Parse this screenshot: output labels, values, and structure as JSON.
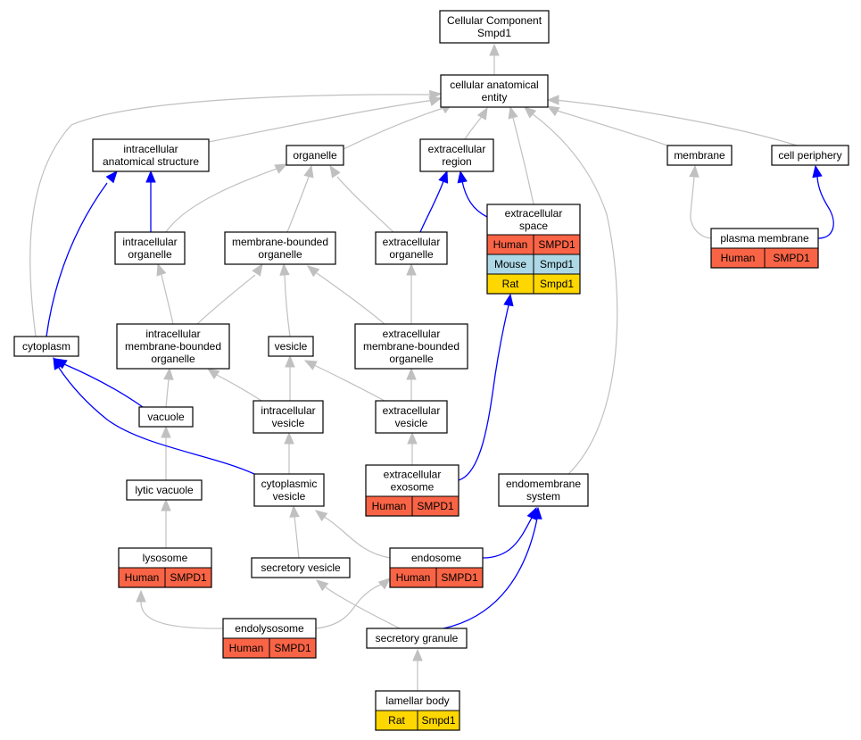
{
  "colors": {
    "human": "#fa6446",
    "mouse": "#add8e6",
    "rat": "#ffd700",
    "edge_gray": "#c0c0c0",
    "edge_blue": "#0000ff"
  },
  "nodes": {
    "root": {
      "lines": [
        "Cellular Component",
        "Smpd1"
      ]
    },
    "cae": {
      "lines": [
        "cellular anatomical",
        "entity"
      ]
    },
    "ias": {
      "lines": [
        "intracellular",
        "anatomical structure"
      ]
    },
    "organelle": {
      "lines": [
        "organelle"
      ]
    },
    "ecr": {
      "lines": [
        "extracellular",
        "region"
      ]
    },
    "membrane": {
      "lines": [
        "membrane"
      ]
    },
    "cellper": {
      "lines": [
        "cell periphery"
      ]
    },
    "intorg": {
      "lines": [
        "intracellular",
        "organelle"
      ]
    },
    "mbo": {
      "lines": [
        "membrane-bounded",
        "organelle"
      ]
    },
    "ecorg": {
      "lines": [
        "extracellular",
        "organelle"
      ]
    },
    "ecspace": {
      "lines": [
        "extracellular",
        "space"
      ],
      "rows": [
        [
          "Human",
          "SMPD1"
        ],
        [
          "Mouse",
          "Smpd1"
        ],
        [
          "Rat",
          "Smpd1"
        ]
      ]
    },
    "pm": {
      "lines": [
        "plasma membrane"
      ],
      "rows": [
        [
          "Human",
          "SMPD1"
        ]
      ]
    },
    "cytoplasm": {
      "lines": [
        "cytoplasm"
      ]
    },
    "imbo": {
      "lines": [
        "intracellular",
        "membrane-bounded",
        "organelle"
      ]
    },
    "vesicle": {
      "lines": [
        "vesicle"
      ]
    },
    "embo": {
      "lines": [
        "extracellular",
        "membrane-bounded",
        "organelle"
      ]
    },
    "vacuole": {
      "lines": [
        "vacuole"
      ]
    },
    "intves": {
      "lines": [
        "intracellular",
        "vesicle"
      ]
    },
    "ecves": {
      "lines": [
        "extracellular",
        "vesicle"
      ]
    },
    "exosome": {
      "lines": [
        "extracellular",
        "exosome"
      ],
      "rows": [
        [
          "Human",
          "SMPD1"
        ]
      ]
    },
    "lytic": {
      "lines": [
        "lytic vacuole"
      ]
    },
    "cytves": {
      "lines": [
        "cytoplasmic",
        "vesicle"
      ]
    },
    "endomem": {
      "lines": [
        "endomembrane",
        "system"
      ]
    },
    "lysosome": {
      "lines": [
        "lysosome"
      ],
      "rows": [
        [
          "Human",
          "SMPD1"
        ]
      ]
    },
    "secves": {
      "lines": [
        "secretory vesicle"
      ]
    },
    "endosome": {
      "lines": [
        "endosome"
      ],
      "rows": [
        [
          "Human",
          "SMPD1"
        ]
      ]
    },
    "endolys": {
      "lines": [
        "endolysosome"
      ],
      "rows": [
        [
          "Human",
          "SMPD1"
        ]
      ]
    },
    "secgran": {
      "lines": [
        "secretory granule"
      ]
    },
    "lamellar": {
      "lines": [
        "lamellar body"
      ],
      "rows": [
        [
          "Rat",
          "Smpd1"
        ]
      ]
    }
  }
}
